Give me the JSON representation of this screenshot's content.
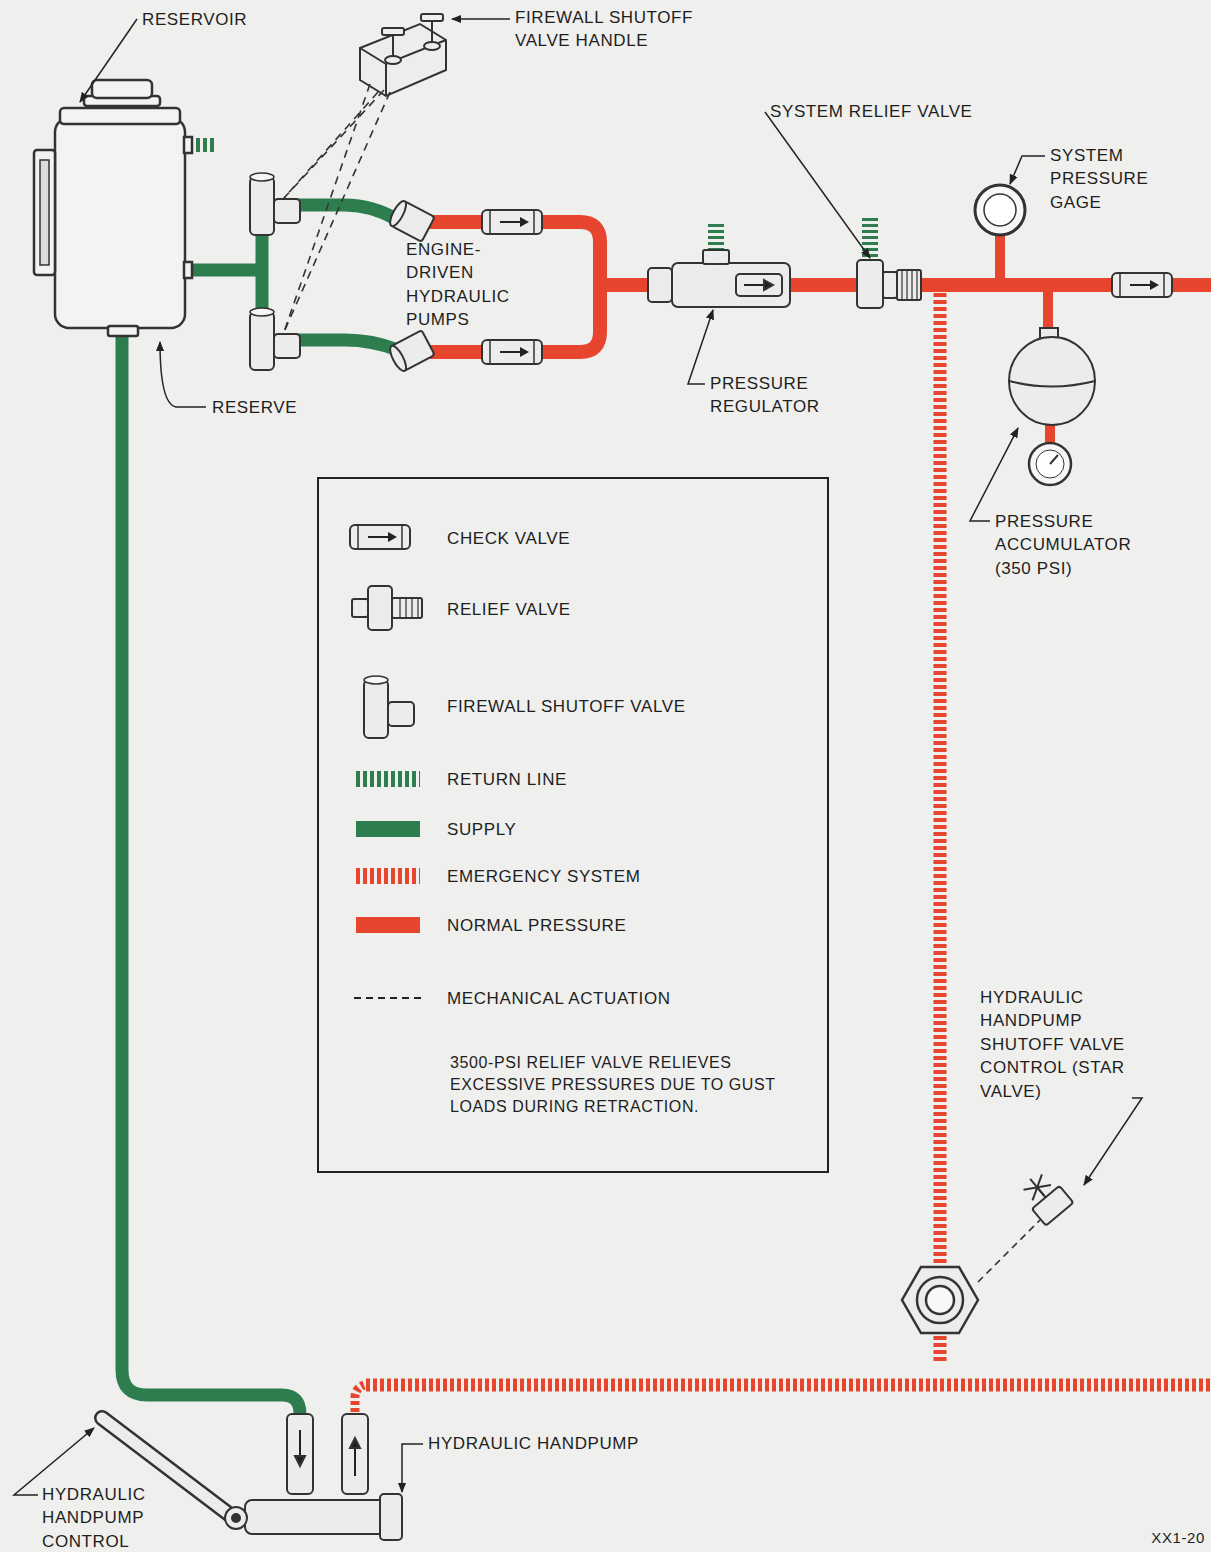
{
  "diagram": {
    "labels": [
      "RESERVOIR",
      "FIREWALL SHUTOFF VALVE HANDLE",
      "SYSTEM RELIEF VALVE",
      "SYSTEM PRESSURE GAGE",
      "ENGINE-DRIVEN HYDRAULIC PUMPS",
      "RESERVE",
      "PRESSURE REGULATOR",
      "PRESSURE ACCUMULATOR (350 PSI)",
      "3500-PSI RELIEF VALVE RELIEVES EXCESSIVE PRESSURES DUE TO GUST LOADS DURING RETRACTION.",
      "HYDRAULIC HANDPUMP SHUTOFF VALVE CONTROL (STAR VALVE)",
      "HYDRAULIC HANDPUMP",
      "HYDRAULIC HANDPUMP CONTROL",
      "XX1-20"
    ],
    "legend": [
      {
        "text": "CHECK VALVE"
      },
      {
        "text": "RELIEF VALVE"
      },
      {
        "text": "FIREWALL SHUTOFF VALVE"
      },
      {
        "text": "RETURN LINE"
      },
      {
        "text": "SUPPLY",
        "color": "#2e7d4f"
      },
      {
        "text": "EMERGENCY SYSTEM"
      },
      {
        "text": "NORMAL PRESSURE",
        "color": "#e8452f"
      },
      {
        "text": "MECHANICAL ACTUATION"
      }
    ]
  }
}
